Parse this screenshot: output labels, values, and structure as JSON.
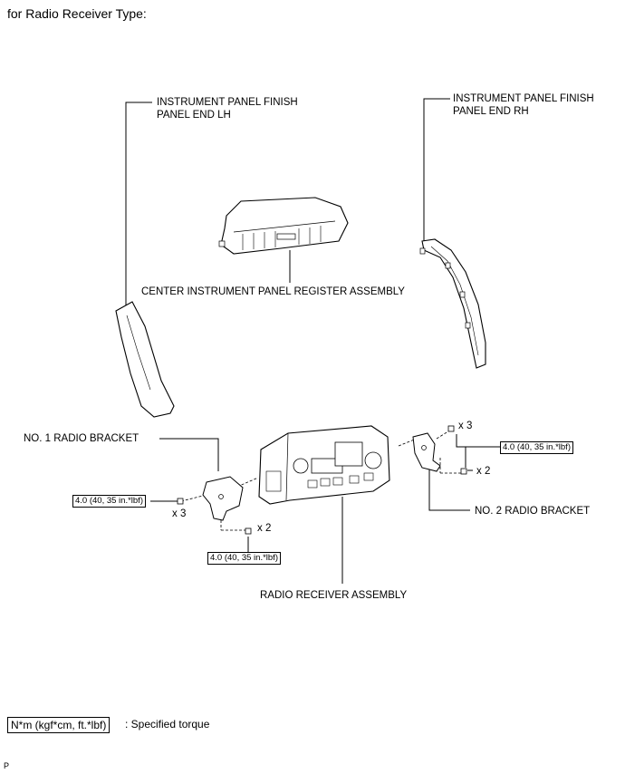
{
  "header": {
    "title": "for Radio Receiver Type:"
  },
  "labels": {
    "panel_end_lh": [
      "INSTRUMENT PANEL FINISH",
      "PANEL END LH"
    ],
    "panel_end_rh": [
      "INSTRUMENT PANEL FINISH",
      "PANEL END RH"
    ],
    "center_register": "CENTER INSTRUMENT PANEL REGISTER ASSEMBLY",
    "no1_bracket": "NO. 1 RADIO BRACKET",
    "no2_bracket": "NO. 2 RADIO BRACKET",
    "radio_receiver": "RADIO RECEIVER ASSEMBLY"
  },
  "quantities": {
    "right_upper": "x 3",
    "right_lower": "x 2",
    "left_side": "x 3",
    "left_lower": "x 2"
  },
  "torque": {
    "right": "4.0 (40, 35 in.*lbf)",
    "left": "4.0 (40, 35 in.*lbf)",
    "bottom": "4.0 (40, 35 in.*lbf)"
  },
  "legend": {
    "unit_box": "N*m (kgf*cm, ft.*lbf)",
    "description": ": Specified torque"
  },
  "corner_mark": "P"
}
